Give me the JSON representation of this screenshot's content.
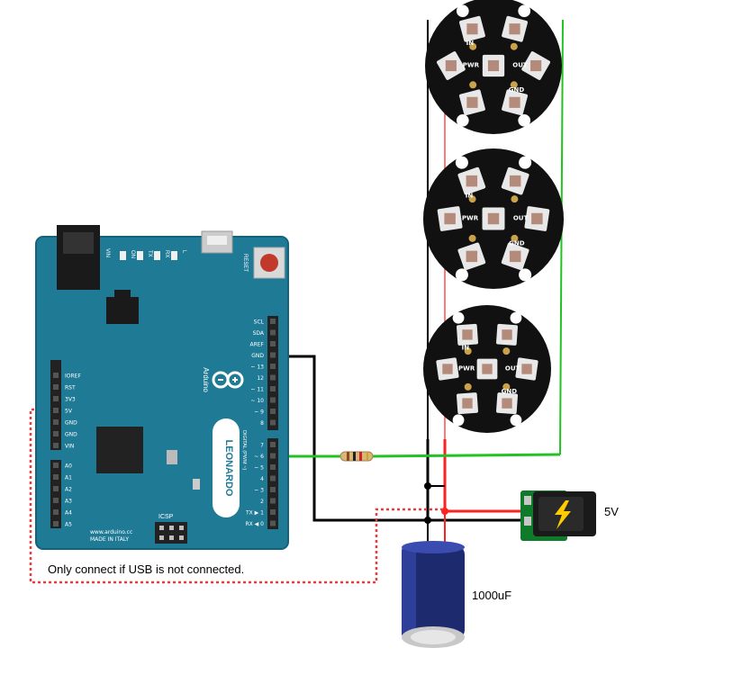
{
  "board": {
    "name": "LEONARDO",
    "brand": "Arduino",
    "site": "www.arduino.cc",
    "made_in": "MADE IN ITALY",
    "reset": "RESET",
    "icsp": "ICSP",
    "vin": "VIN",
    "led_on": "ON",
    "led_tx": "TX",
    "led_rx": "RX",
    "led_l": "L",
    "digital_header": "DIGITAL (PWM ~)",
    "power_pins": [
      "IOREF",
      "RST",
      "3V3",
      "5V",
      "GND",
      "GND",
      "VIN"
    ],
    "analog_pins": [
      "A0",
      "A1",
      "A2",
      "A3",
      "A4",
      "A5"
    ],
    "top_pins": [
      "SCL",
      "SDA",
      "AREF",
      "GND",
      "~ 13",
      "12",
      "~ 11",
      "~ 10",
      "~ 9",
      "8"
    ],
    "bottom_pins": [
      "7",
      "~ 6",
      "~ 5",
      "4",
      "~ 3",
      "2",
      "TX ▶ 1",
      "RX ◀ 0"
    ],
    "colors": {
      "pcb": "#1f7a96",
      "pcb_edge": "#16627a",
      "header": "#222222"
    }
  },
  "jewel": {
    "pad_labels": [
      "IN",
      "PWR",
      "OUT",
      "GND"
    ],
    "count": 3
  },
  "labels": {
    "power_voltage": "5V",
    "capacitor": "1000uF",
    "usb_note": "Only connect if USB is not connected."
  },
  "wire_colors": {
    "ground": "#000000",
    "power": "#ff2020",
    "data": "#22c222",
    "optional": "#e83b3b"
  },
  "icons": [
    "arduino-logo-icon",
    "lightning-bolt-icon",
    "resistor-icon",
    "capacitor-icon"
  ]
}
